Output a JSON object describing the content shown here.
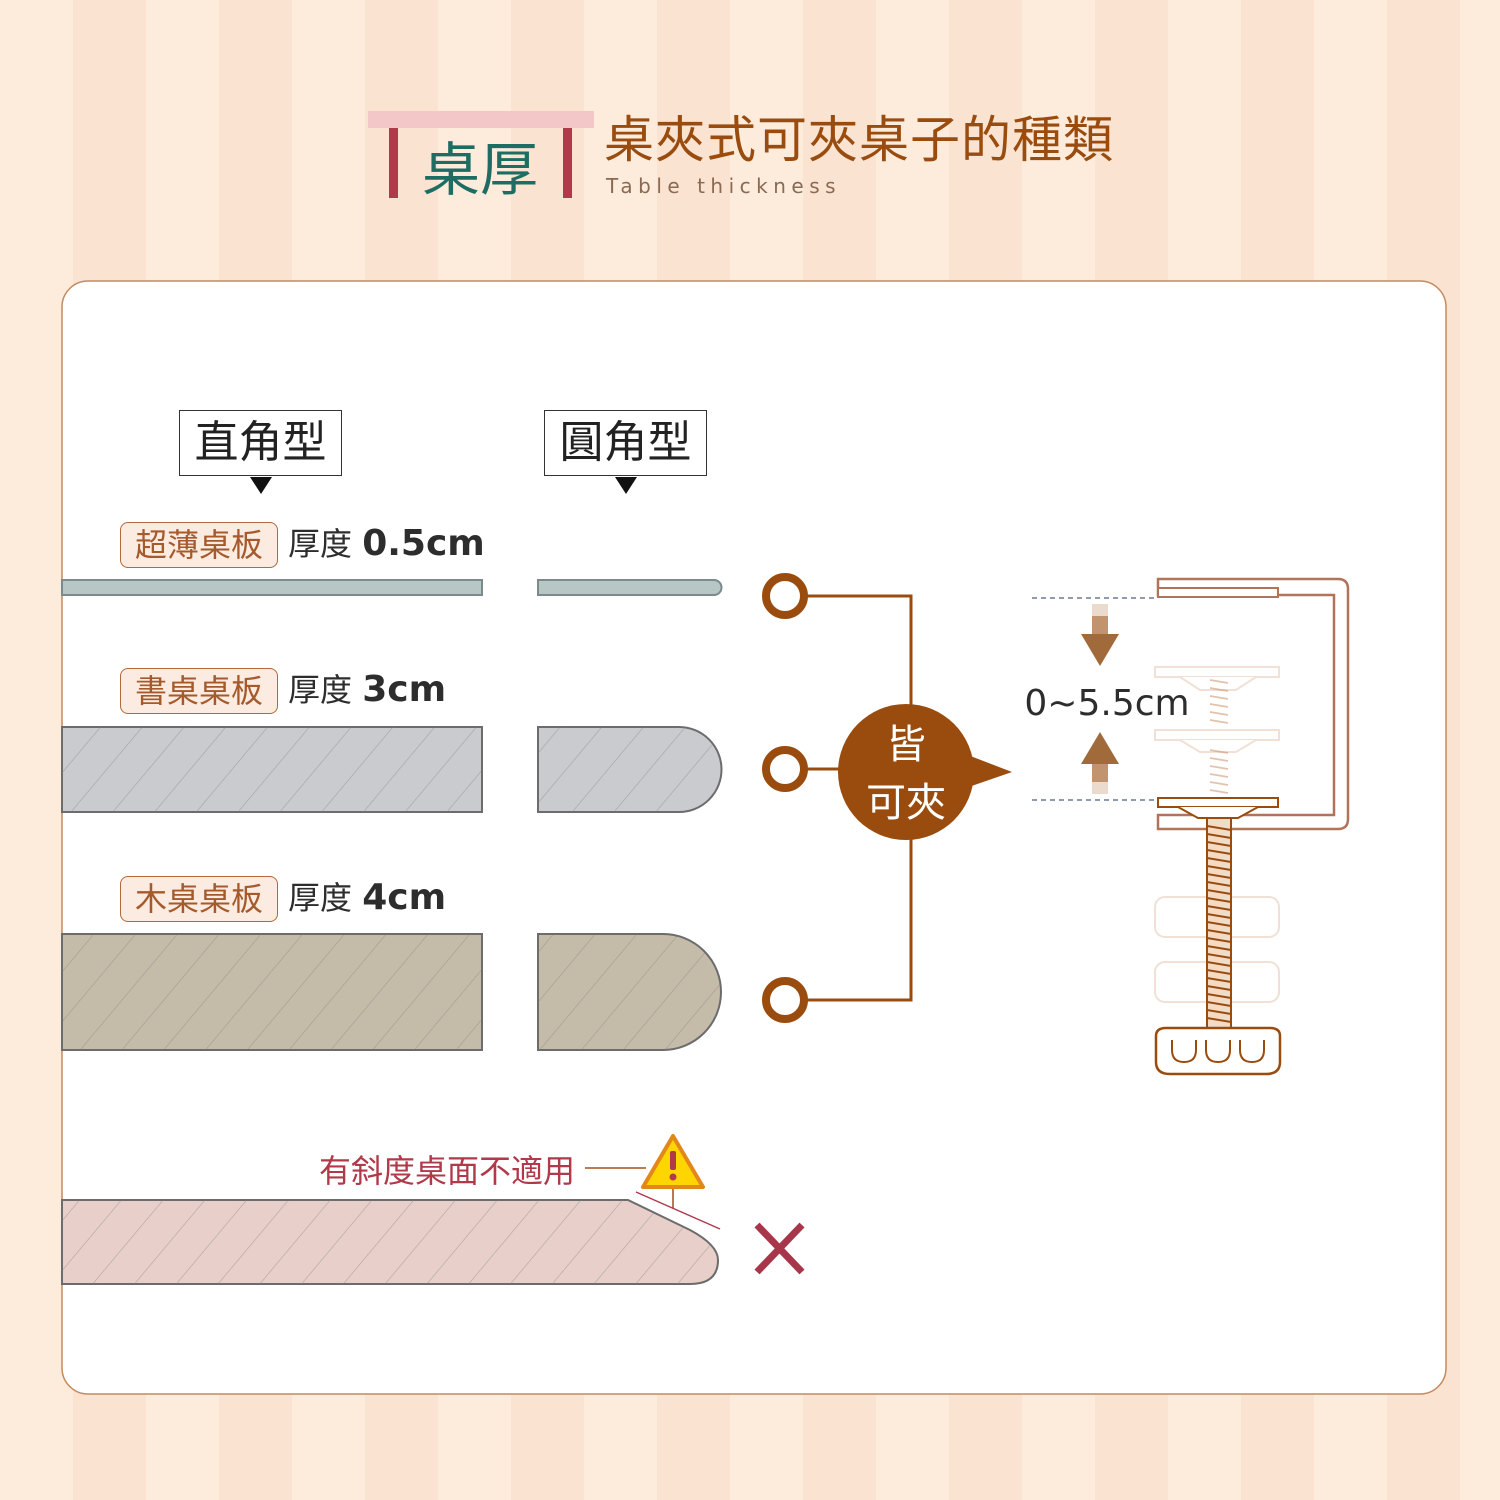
{
  "header": {
    "badge": "桌厚",
    "title": "桌夾式可夾桌子的種類",
    "subtitle": "Table thickness"
  },
  "shapes": {
    "square": "直角型",
    "round": "圓角型"
  },
  "boards": [
    {
      "name": "超薄桌板",
      "prefix": "厚度",
      "value": "0.5cm"
    },
    {
      "name": "書桌桌板",
      "prefix": "厚度",
      "value": "3cm"
    },
    {
      "name": "木桌桌板",
      "prefix": "厚度",
      "value": "4cm"
    }
  ],
  "clamp": {
    "bubble_line1": "皆",
    "bubble_line2": "可夾",
    "range": "0~5.5cm"
  },
  "warning": {
    "text": "有斜度桌面不適用"
  },
  "colors": {
    "accent_brown": "#9a4c0f",
    "badge_red": "#b0394a",
    "badge_pink": "#f3c7c8",
    "badge_text": "#1e6d63",
    "board_thin": "#b7c7c5",
    "board_desk": "#c9cbcf",
    "board_wood": "#c5bba9",
    "board_sloped": "#e8cfca",
    "cross_red": "#a8364a",
    "warning_yellow": "#ffd500"
  }
}
